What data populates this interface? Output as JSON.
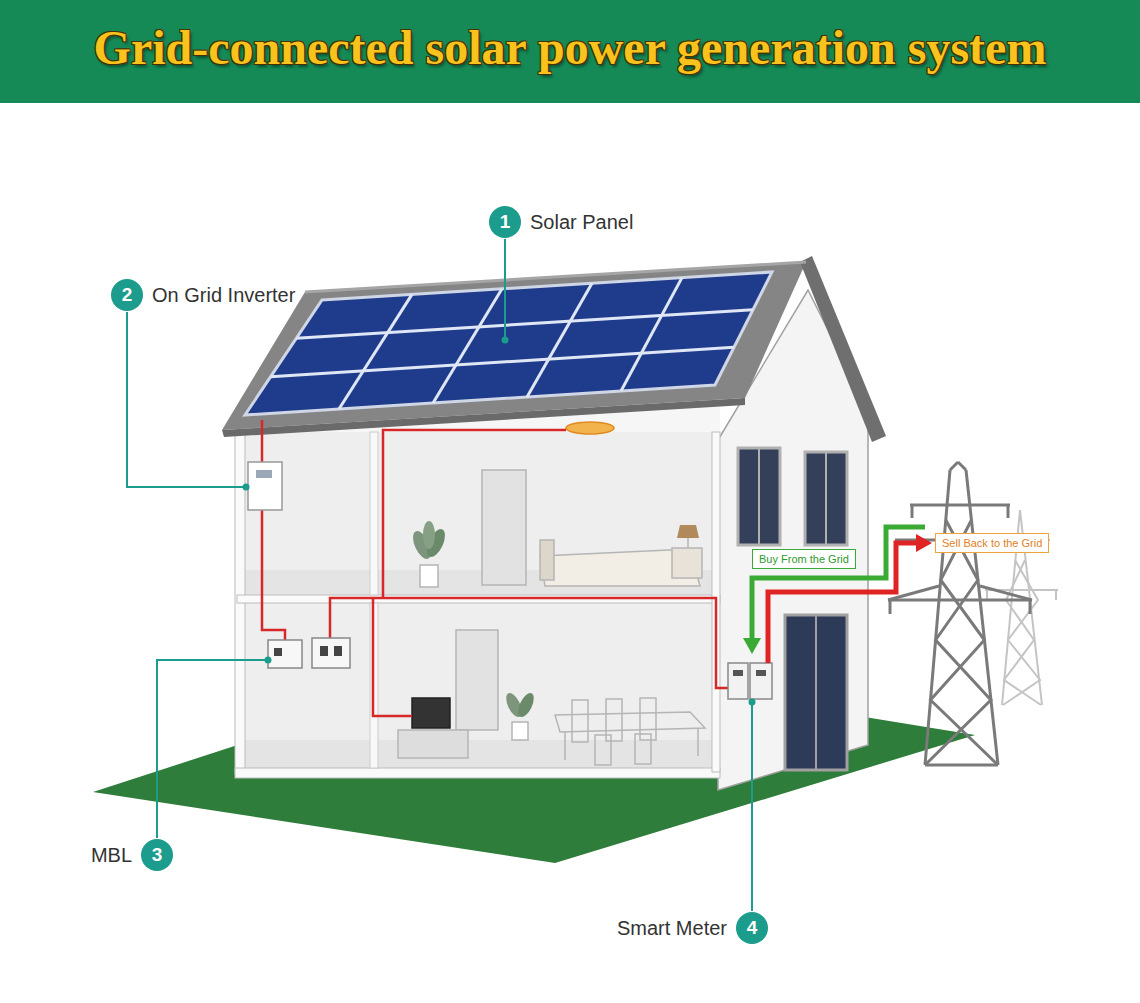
{
  "diagram": {
    "title": "Grid-connected solar power generation system",
    "nodes": [
      {
        "text": [
          "1",
          "Solar Panel"
        ]
      },
      {
        "text": [
          "2",
          "On Grid Inverter"
        ]
      },
      {
        "text": [
          "Sell Back to the Grid"
        ]
      },
      {
        "text": [
          "Buy From the Grid"
        ]
      },
      {
        "text": [
          "MBL",
          "3"
        ]
      },
      {
        "text": [
          "Smart Meter",
          "4"
        ]
      }
    ]
  }
}
